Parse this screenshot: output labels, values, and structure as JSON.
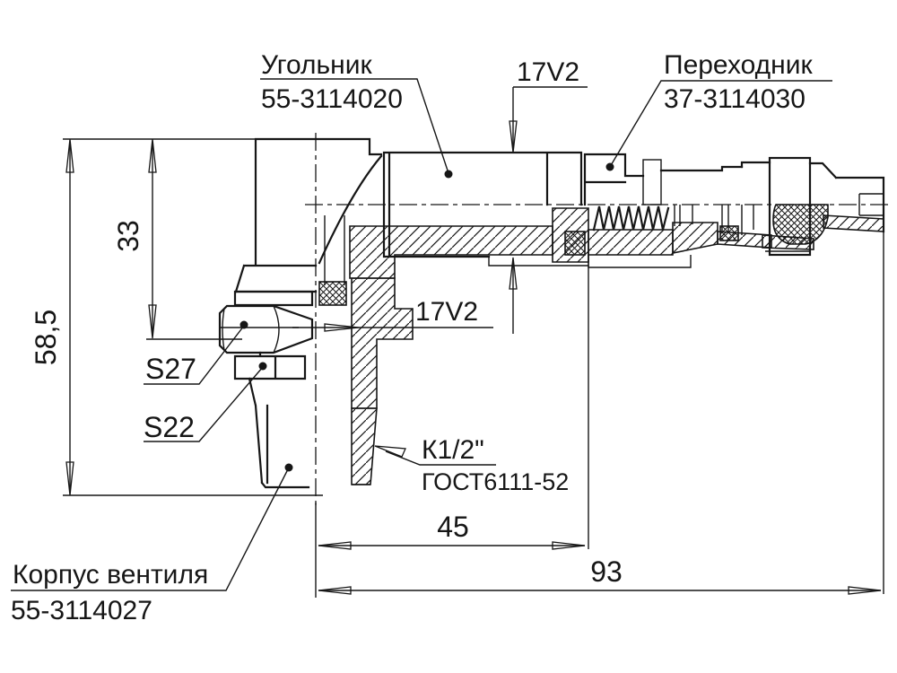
{
  "drawing": {
    "labels": {
      "elbow": {
        "name": "Угольник",
        "number": "55-3114020"
      },
      "adapter": {
        "name": "Переходник",
        "number": "37-3114030"
      },
      "valve_body": {
        "name": "Корпус вентиля",
        "number": "55-3114027"
      },
      "thread_top": "17V2",
      "thread_side": "17V2",
      "wrench_s27": "S27",
      "wrench_s22": "S22",
      "taper_thread": "К1/2\"",
      "taper_thread_standard": "ГОСТ6111-52"
    },
    "dimensions": {
      "height_total": "58,5",
      "height_to_hex": "33",
      "length_to_nut": "45",
      "length_total": "93"
    },
    "colors": {
      "line": "#161616",
      "background": "#ffffff"
    }
  }
}
